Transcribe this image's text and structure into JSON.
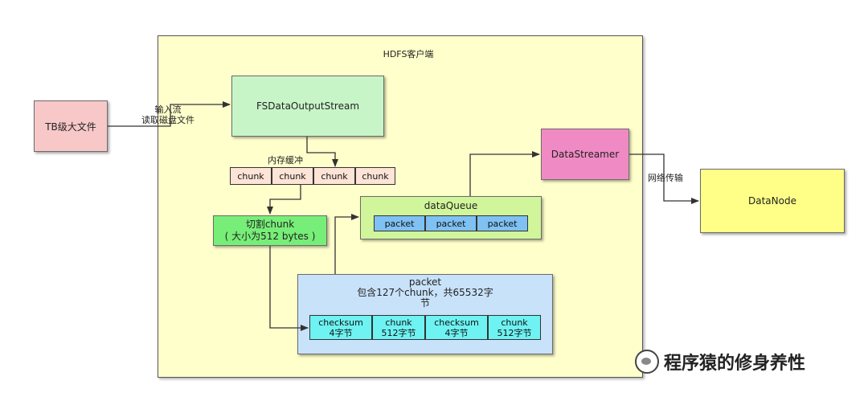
{
  "client": {
    "label": "HDFS客户端"
  },
  "file": {
    "label": "TB级大文件"
  },
  "input_stream": {
    "line1": "输入流",
    "line2": "读取磁盘文件"
  },
  "fs_output_stream": {
    "label": "FSDataOutputStream"
  },
  "memory_buffer": {
    "label": "内存缓冲",
    "chunks": [
      "chunk",
      "chunk",
      "chunk",
      "chunk"
    ]
  },
  "split_chunk": {
    "line1": "切割chunk",
    "line2": "( 大小为512 bytes )"
  },
  "data_queue": {
    "label": "dataQueue",
    "packets": [
      "packet",
      "packet",
      "packet"
    ]
  },
  "data_streamer": {
    "label": "DataStreamer"
  },
  "network": {
    "label": "网络传输"
  },
  "data_node": {
    "label": "DataNode"
  },
  "packet": {
    "title": "packet",
    "desc_line1": "包含127个chunk，共65532字",
    "desc_line2": "节",
    "cells": [
      {
        "line1": "checksum",
        "line2": "4字节"
      },
      {
        "line1": "chunk",
        "line2": "512字节"
      },
      {
        "line1": "checksum",
        "line2": "4字节"
      },
      {
        "line1": "chunk",
        "line2": "512字节"
      }
    ]
  },
  "watermark": {
    "text": "程序猿的修身养性"
  },
  "colors": {
    "file": "#f8c8c8",
    "client": "#ffffcc",
    "fs_output_stream": "#c8f5c8",
    "chunk": "#fde4d6",
    "split_chunk": "#77ee77",
    "data_queue": "#d0f59a",
    "packet_cell": "#7fc1f2",
    "data_streamer": "#f08ac4",
    "data_node": "#ffff88",
    "packet_box": "#c8e2fa",
    "checksum_cell": "#6ef2f2"
  }
}
